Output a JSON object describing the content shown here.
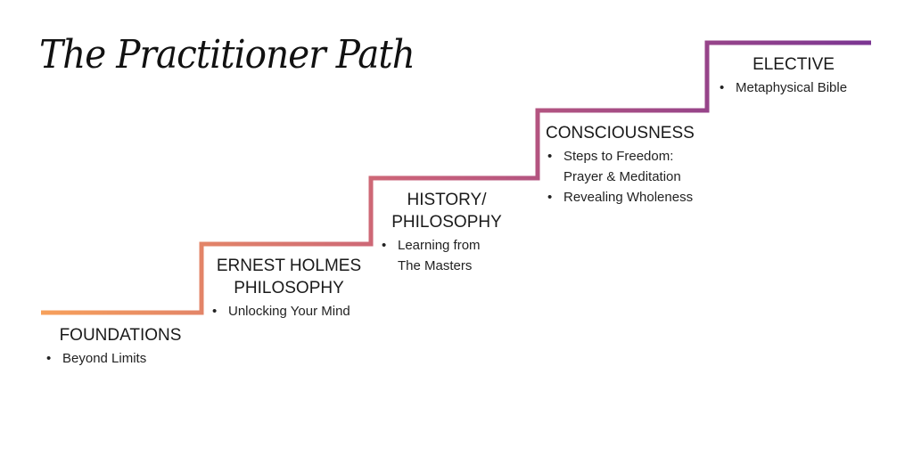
{
  "title": "The Practitioner Path",
  "colors": {
    "start": "#f7a05a",
    "mid": "#c8607a",
    "end": "#7b3592"
  },
  "steps": [
    {
      "heading": [
        "FOUNDATIONS"
      ],
      "items": [
        "Beyond Limits"
      ]
    },
    {
      "heading": [
        "ERNEST HOLMES",
        "PHILOSOPHY"
      ],
      "items": [
        "Unlocking Your Mind"
      ]
    },
    {
      "heading": [
        "HISTORY/",
        "PHILOSOPHY"
      ],
      "items": [
        "Learning from The Masters"
      ]
    },
    {
      "heading": [
        "CONSCIOUSNESS"
      ],
      "items": [
        "Steps to Freedom: Prayer & Meditation",
        "Revealing Wholeness"
      ]
    },
    {
      "heading": [
        "ELECTIVE"
      ],
      "items": [
        "Metaphysical Bible"
      ]
    }
  ]
}
